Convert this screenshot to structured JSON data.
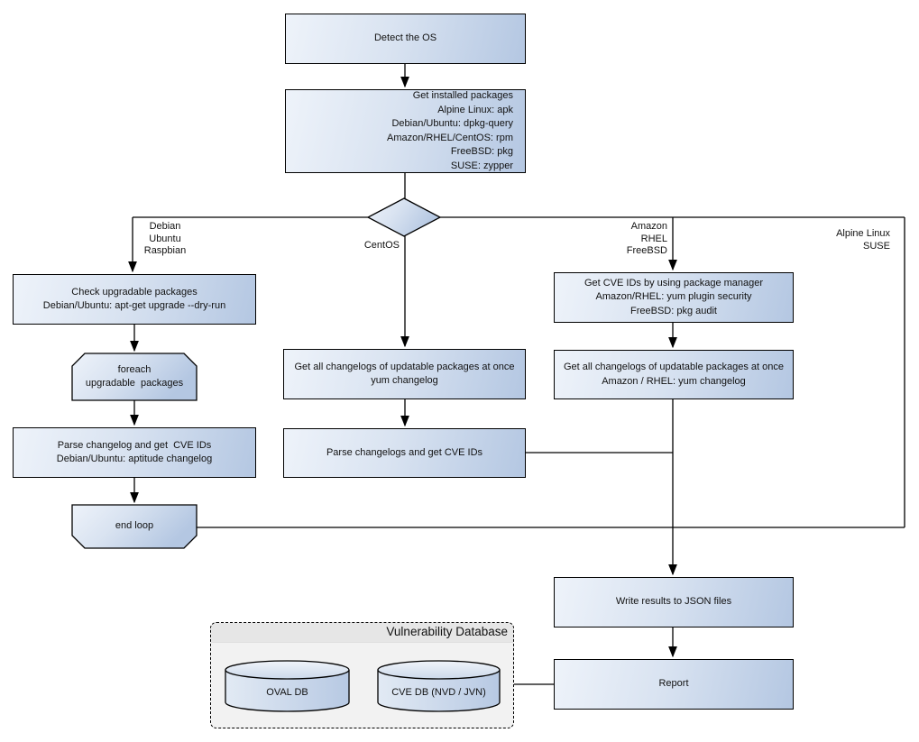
{
  "nodes": {
    "detect_os": {
      "label": "Detect the OS"
    },
    "get_installed": {
      "label": "Get installed packages\nAlpine Linux: apk\nDebian/Ubuntu: dpkg-query\nAmazon/RHEL/CentOS: rpm\nFreeBSD: pkg\nSUSE: zypper"
    },
    "check_upgradable": {
      "label": "Check upgradable packages\nDebian/Ubuntu: apt-get upgrade --dry-run"
    },
    "foreach_loop": {
      "label": "foreach\nupgradable  packages"
    },
    "parse_changelog_debian": {
      "label": "Parse changelog and get  CVE IDs\nDebian/Ubuntu: aptitude changelog"
    },
    "end_loop": {
      "label": "end loop"
    },
    "centos_get_changelogs": {
      "label": "Get all changelogs of updatable packages at once\nyum changelog"
    },
    "centos_parse_changelogs": {
      "label": "Parse changelogs and get CVE IDs"
    },
    "get_cve_ids_pkg_mgr": {
      "label": "Get CVE IDs by using package manager\nAmazon/RHEL: yum plugin security\nFreeBSD: pkg audit"
    },
    "amazon_get_changelogs": {
      "label": "Get all changelogs of updatable packages at once\nAmazon / RHEL: yum changelog"
    },
    "write_results": {
      "label": "Write results to JSON files"
    },
    "report": {
      "label": "Report"
    }
  },
  "branch_labels": {
    "debian": "Debian\nUbuntu\nRaspbian",
    "centos": "CentOS",
    "amazon": "Amazon\nRHEL\nFreeBSD",
    "alpine": "Alpine Linux\nSUSE"
  },
  "database": {
    "title": "Vulnerability Database",
    "oval_db": "OVAL DB",
    "cve_db": "CVE DB (NVD / JVN)"
  },
  "colors": {
    "node_fill_light": "#eef3fa",
    "node_fill_dark": "#b4c7e2",
    "stroke": "#000000",
    "db_background": "#f2f2f2",
    "db_header": "#e6e6e6"
  }
}
